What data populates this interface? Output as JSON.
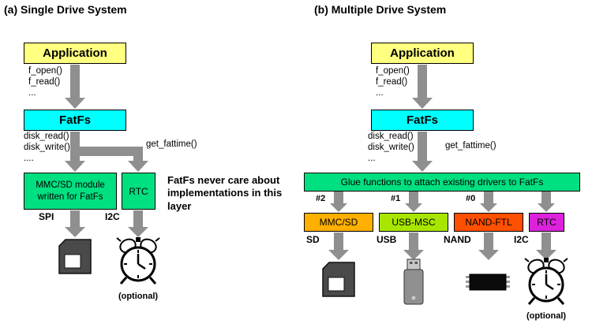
{
  "colors": {
    "app_box": "#FFFF80",
    "fatfs_box": "#00FFFF",
    "green_box": "#00E080",
    "arrow": "#8F8F8F"
  },
  "panel_a": {
    "title": "(a) Single Drive System",
    "app_label": "Application",
    "calls_top": [
      "f_open()",
      "f_read()",
      "..."
    ],
    "fatfs_label": "FatFs",
    "calls_disk": [
      "disk_read()",
      "disk_write()",
      "...."
    ],
    "get_fattime_label": "get_fattime()",
    "mmc_module_label": "MMC/SD module written for FatFs",
    "rtc_label": "RTC",
    "spi_label": "SPI",
    "i2c_label": "I2C",
    "note": "FatFs never care about implementations in this layer",
    "optional_label": "(optional)"
  },
  "panel_b": {
    "title": "(b) Multiple Drive System",
    "app_label": "Application",
    "calls_top": [
      "f_open()",
      "f_read()",
      "..."
    ],
    "fatfs_label": "FatFs",
    "calls_disk": [
      "disk_read()",
      "disk_write()",
      "..."
    ],
    "get_fattime_label": "get_fattime()",
    "glue_label": "Glue functions to attach existing drivers to FatFs",
    "drive_numbers": [
      "#2",
      "#1",
      "#0"
    ],
    "drivers": [
      {
        "label": "MMC/SD",
        "bus": "SD",
        "color": "#FFB000"
      },
      {
        "label": "USB-MSC",
        "bus": "USB",
        "color": "#A8E600"
      },
      {
        "label": "NAND-FTL",
        "bus": "NAND",
        "color": "#FF5000"
      },
      {
        "label": "RTC",
        "bus": "I2C",
        "color": "#DD22DD"
      }
    ],
    "optional_label": "(optional)"
  }
}
